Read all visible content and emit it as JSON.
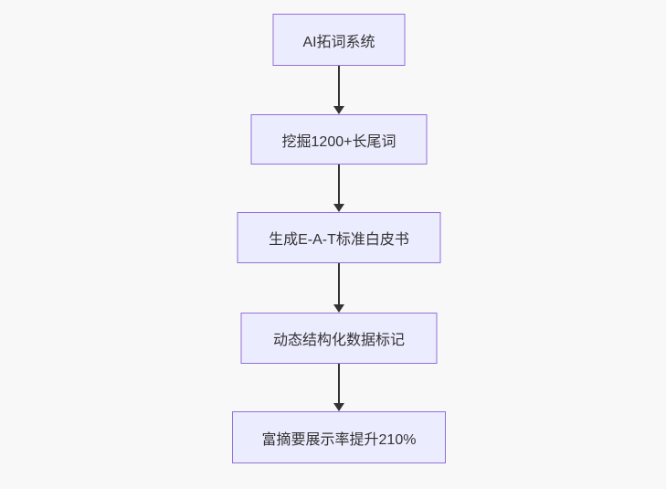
{
  "diagram": {
    "type": "flowchart",
    "direction": "top-down",
    "nodes": [
      {
        "id": "node-0",
        "label": "AI拓词系统"
      },
      {
        "id": "node-1",
        "label": "挖掘1200+长尾词"
      },
      {
        "id": "node-2",
        "label": "生成E-A-T标准白皮书"
      },
      {
        "id": "node-3",
        "label": "动态结构化数据标记"
      },
      {
        "id": "node-4",
        "label": "富摘要展示率提升210%"
      }
    ],
    "edges": [
      {
        "from": "node-0",
        "to": "node-1",
        "style": "arrow-down"
      },
      {
        "from": "node-1",
        "to": "node-2",
        "style": "arrow-down"
      },
      {
        "from": "node-2",
        "to": "node-3",
        "style": "arrow-down"
      },
      {
        "from": "node-3",
        "to": "node-4",
        "style": "arrow-down"
      }
    ],
    "colors": {
      "background": "#f8f8f8",
      "node_fill": "#ECECFF",
      "node_border": "#9370DB",
      "node_text": "#333333",
      "edge_line": "#333333"
    }
  }
}
